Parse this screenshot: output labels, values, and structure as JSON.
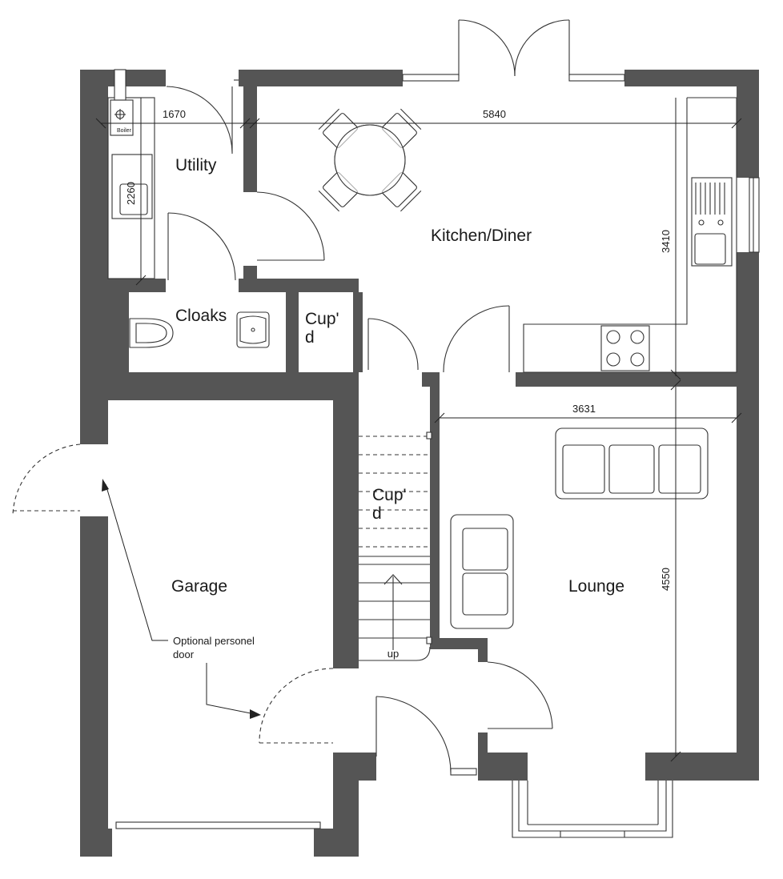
{
  "rooms": {
    "utility": "Utility",
    "kitchen": "Kitchen/Diner",
    "cloaks": "Cloaks",
    "cupd_top_line1": "Cup'",
    "cupd_top_line2": "d",
    "cupd_stairs_line1": "Cup'",
    "cupd_stairs_line2": "d",
    "garage": "Garage",
    "lounge": "Lounge"
  },
  "dimensions": {
    "utility_width": "1670",
    "kitchen_width": "5840",
    "utility_depth": "2260",
    "kitchen_depth": "3410",
    "lounge_width": "3631",
    "lounge_depth": "4550"
  },
  "annotations": {
    "personnel_door_line1": "Optional personel",
    "personnel_door_line2": "door",
    "stairs_up": "up",
    "boiler": "Boiler"
  },
  "colors": {
    "wall": "#555555",
    "line": "#333333",
    "background": "#ffffff"
  }
}
